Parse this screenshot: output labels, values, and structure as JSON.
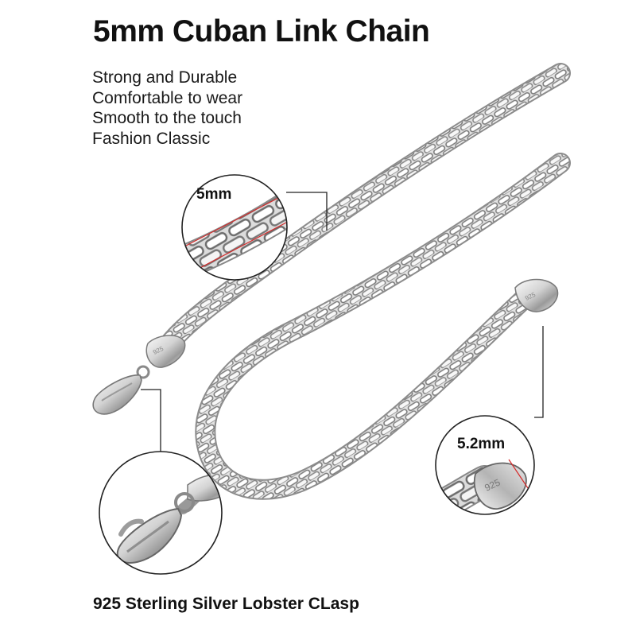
{
  "product": {
    "title": "5mm Cuban Link Chain",
    "features": [
      "Strong and Durable",
      "Comfortable to wear",
      "Smooth to the touch",
      "Fashion Classic"
    ],
    "caption": "925 Sterling Silver Lobster CLasp"
  },
  "callouts": {
    "link_width": "5mm",
    "tag_width": "5.2mm"
  },
  "colors": {
    "background": "#ffffff",
    "text": "#111111",
    "silver_light": "#f2f2f2",
    "silver_dark": "#6e6e6e",
    "measure_line": "#d42a2a"
  }
}
